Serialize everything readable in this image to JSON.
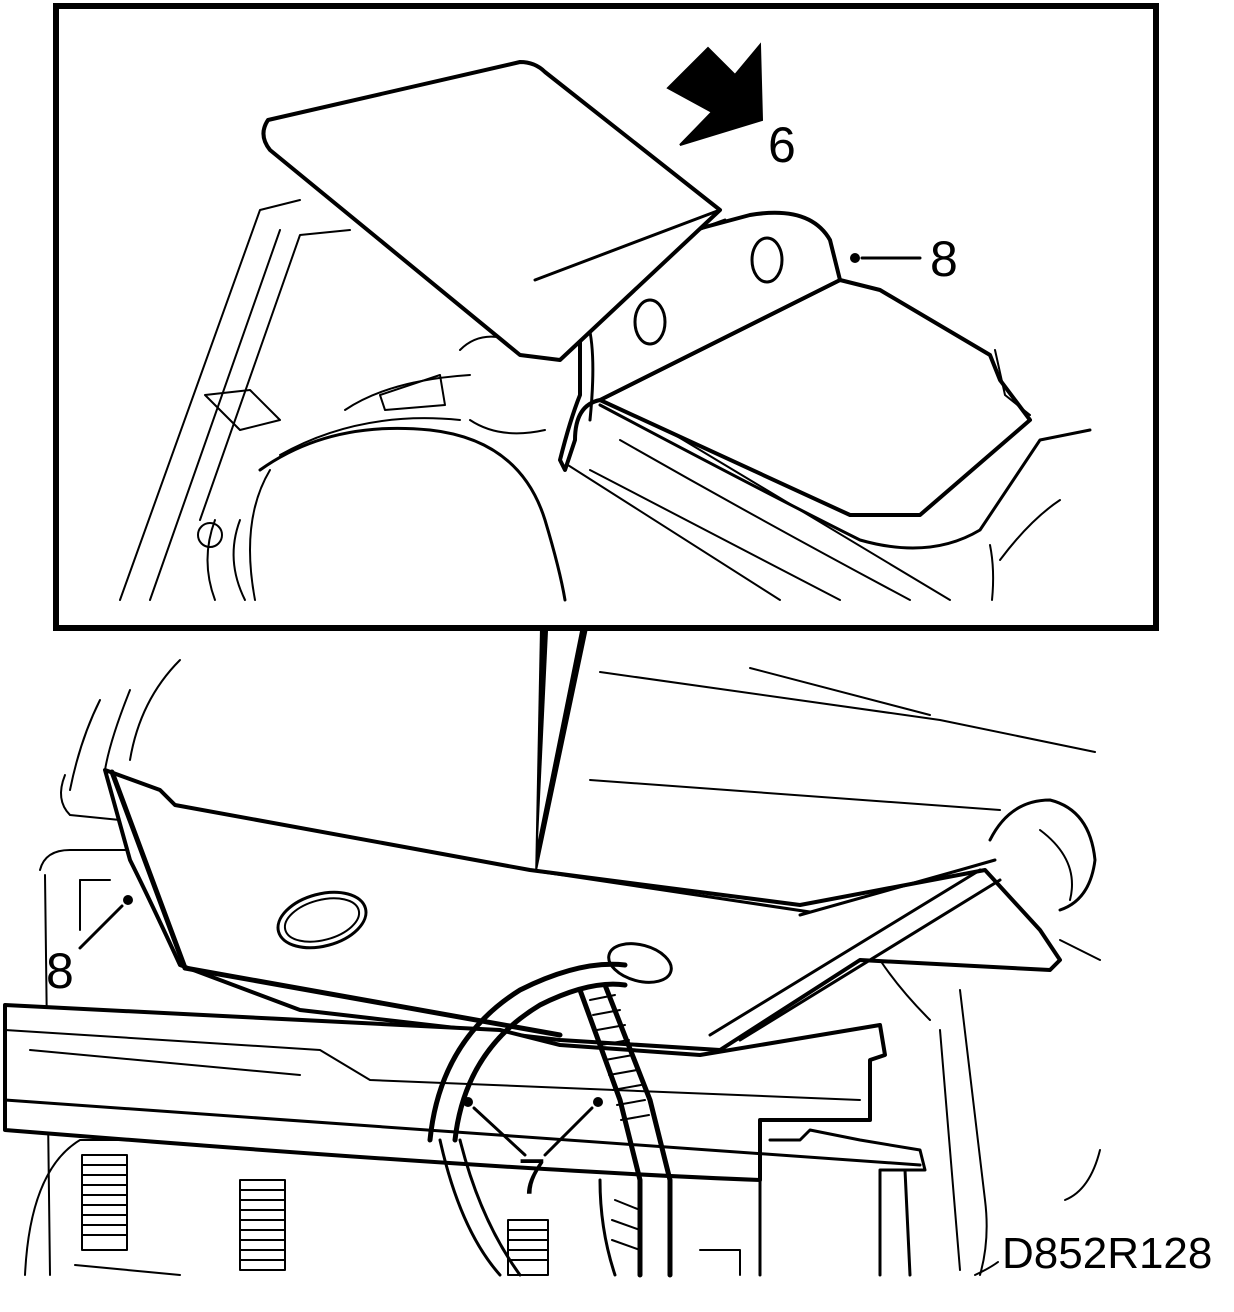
{
  "callouts": {
    "arrow": "6",
    "wire_lead": "7",
    "hinge_top": "8",
    "hinge_bottom": "8"
  },
  "figure_code": "D852R128",
  "colors": {
    "ink": "#000000",
    "paper": "#ffffff"
  }
}
